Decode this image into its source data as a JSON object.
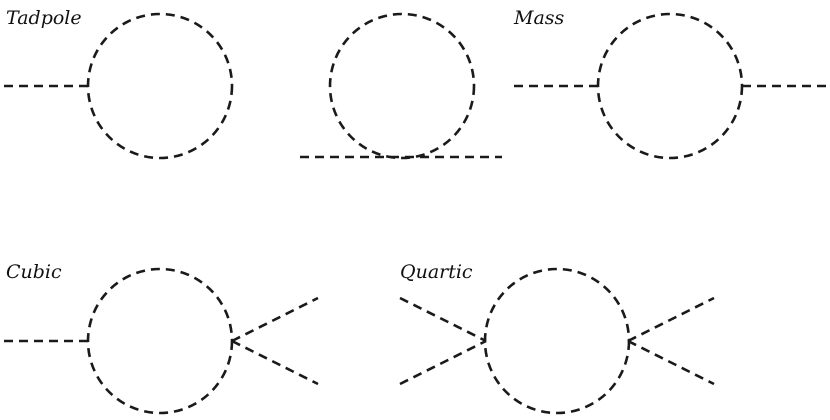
{
  "diagrams": {
    "tadpole": {
      "label": "Tadpole"
    },
    "tadpole_alt": {
      "label": ""
    },
    "mass": {
      "label": "Mass"
    },
    "cubic": {
      "label": "Cubic"
    },
    "quartic": {
      "label": "Quartic"
    }
  },
  "colors": {
    "stroke": "#1a1a1a",
    "text": "#111111",
    "background": "#ffffff"
  }
}
